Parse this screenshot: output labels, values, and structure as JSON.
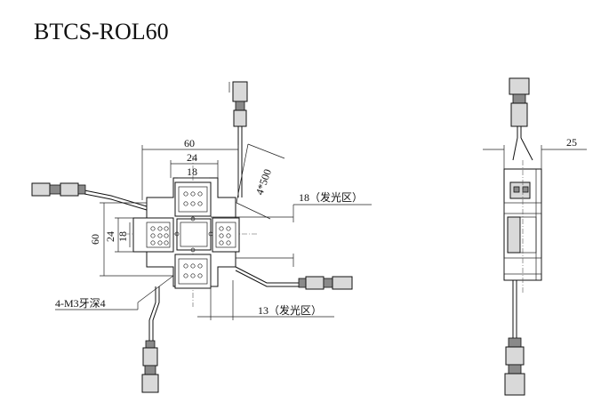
{
  "title": "BTCS-ROL60",
  "dimensions": {
    "width_outer": "60",
    "width_mid": "24",
    "width_inner": "18",
    "height_outer": "60",
    "height_mid": "24",
    "height_inner": "18",
    "cable_length": "4*500",
    "emit_zone_right": "18（发光区）",
    "emit_zone_bottom": "13（发光区）",
    "thread_note": "4-M3牙深4",
    "side_offset": "25"
  }
}
